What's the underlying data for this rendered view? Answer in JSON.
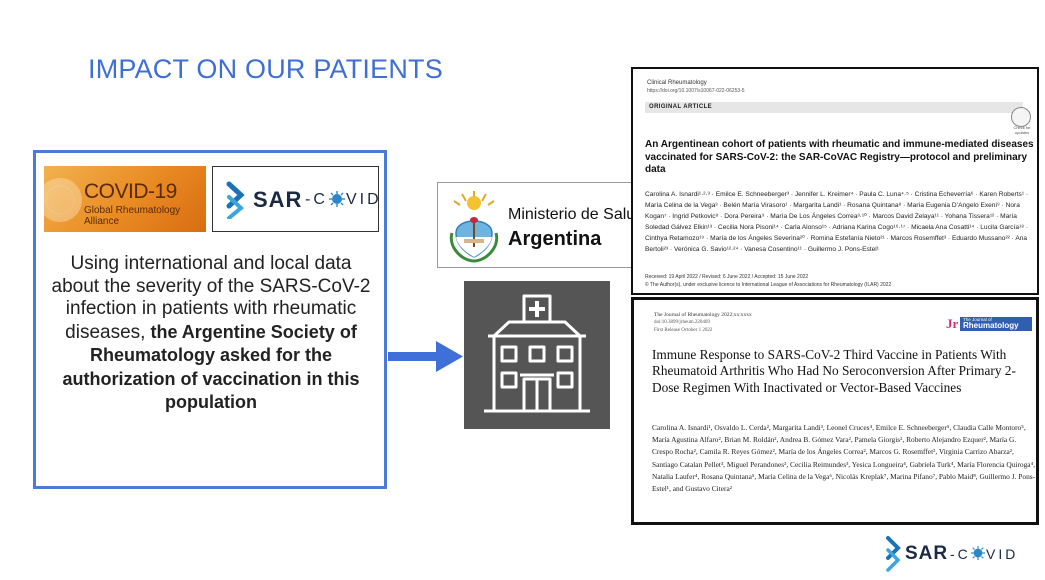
{
  "slide": {
    "title": "IMPACT ON OUR PATIENTS"
  },
  "logos": {
    "covid_big": "COVID-19",
    "covid_small": "Global Rheumatology Alliance",
    "sar": "SAR",
    "covid_word_left": "-C",
    "covid_word_right": "VID",
    "ministerio_line1": "Ministerio de Salud",
    "ministerio_line2": "Argentina"
  },
  "left_text": {
    "plain": "Using international and local data about the severity of the SARS-CoV-2 infection in patients with rheumatic diseases,",
    "bold": " the Argentine Society of Rheumatology asked for the authorization of vaccination in this population"
  },
  "paper1": {
    "journal": "Clinical Rheumatology",
    "doi": "https://doi.org/10.1007/s10067-022-06253-5",
    "article_type": "ORIGINAL ARTICLE",
    "check_label": "Check for updates",
    "title": "An Argentinean cohort of patients with rheumatic and immune-mediated diseases vaccinated for SARS-CoV-2: the SAR-CoVAC Registry—protocol and preliminary data",
    "authors": "Carolina A. Isnardi¹·²·³ · Emilce E. Schneeberger³ · Jennifer L. Kreimer⁴ · Paula C. Luna⁴·⁵ · Cristina Echeverría⁶ · Karen Roberts¹ · María Celina de la Vega³ · Belén María Virasoro¹ · Margarita Landi¹ · Rosana Quintana⁸ · María Eugenia D’Angelo Exeni⁹ · Nora Kogan⁷ · Ingrid Petkovic⁸ · Dora Pereira⁹ · María De Los Ángeles Correa³·¹⁰ · Marcos David Zelaya¹¹ · Yohana Tissera¹² · María Soledad Gálvez Elkin¹³ · Cecilia Nora Pisoni¹⁴ · Carla Alonso¹⁵ · Adriana Karina Cogo¹⁶·¹⁷ · Micaela Ana Cosatti¹⁴ · Lucila García¹⁸ · Cinthya Retamozo¹⁹ · María de los Ángeles Severina²⁰ · Romina Estefanía Nieto²¹ · Marcos Rosemffet³ · Eduardo Mussano²² · Ana Bertoli²³ · Verónica G. Savio¹²·²⁴ · Vanesa Cosentino¹¹ · Guillermo J. Pons-Estel¹",
    "received": "Received: 19 April 2022 / Revised: 6 June 2022 / Accepted: 15 June 2022",
    "copyright": "© The Author(s), under exclusive licence to International League of Associations for Rheumatology (ILAR) 2022"
  },
  "paper2": {
    "journal": "The Journal of Rheumatology 2022;xx:xxxx",
    "doi": "doi:10.3899/jrheum.220469",
    "date": "First Release October 1 2022",
    "logo_top": "The Journal of",
    "logo_bottom": "Rheumatology",
    "logo_jr": "Jr",
    "title": "Immune Response to SARS-CoV-2 Third Vaccine in Patients With Rheumatoid Arthritis Who Had No Seroconversion After Primary 2-Dose Regimen With Inactivated or Vector-Based Vaccines",
    "authors": "Carolina A. Isnardi¹, Osvaldo L. Cerda², Margarita Landi³, Leonel Cruces⁴, Emilce E. Schneeberger⁵, Claudia Calle Montoro⁵, María Agustina Alfaro², Brian M. Roldán², Andrea B. Gómez Vara², Pamela Giorgis², Roberto Alejandro Ezquer², María G. Crespo Rocha², Camila R. Reyes Gómez², María de los Ángeles Correa², Marcos G. Rosemffet², Virginia Carrizo Abarza², Santiago Catalan Pellet³, Miguel Perandones³, Cecilia Reimundes³, Yesica Longueira⁴, Gabriela Turk⁴, María Florencia Quiroga⁴, Natalia Laufer⁴, Rosana Quintana⁵, María Celina de la Vega⁶, Nicolás Kreplak⁷, Marina Pifano⁷, Pablo Maid⁸, Guillermo J. Pons-Estel¹, and Gustavo Citera²"
  },
  "colors": {
    "title_blue": "#3d6fd6",
    "box_border": "#4a7bd8",
    "arrow": "#3f6fd8",
    "covid_orange": "#e98a22",
    "hospital_bg": "#555555"
  }
}
